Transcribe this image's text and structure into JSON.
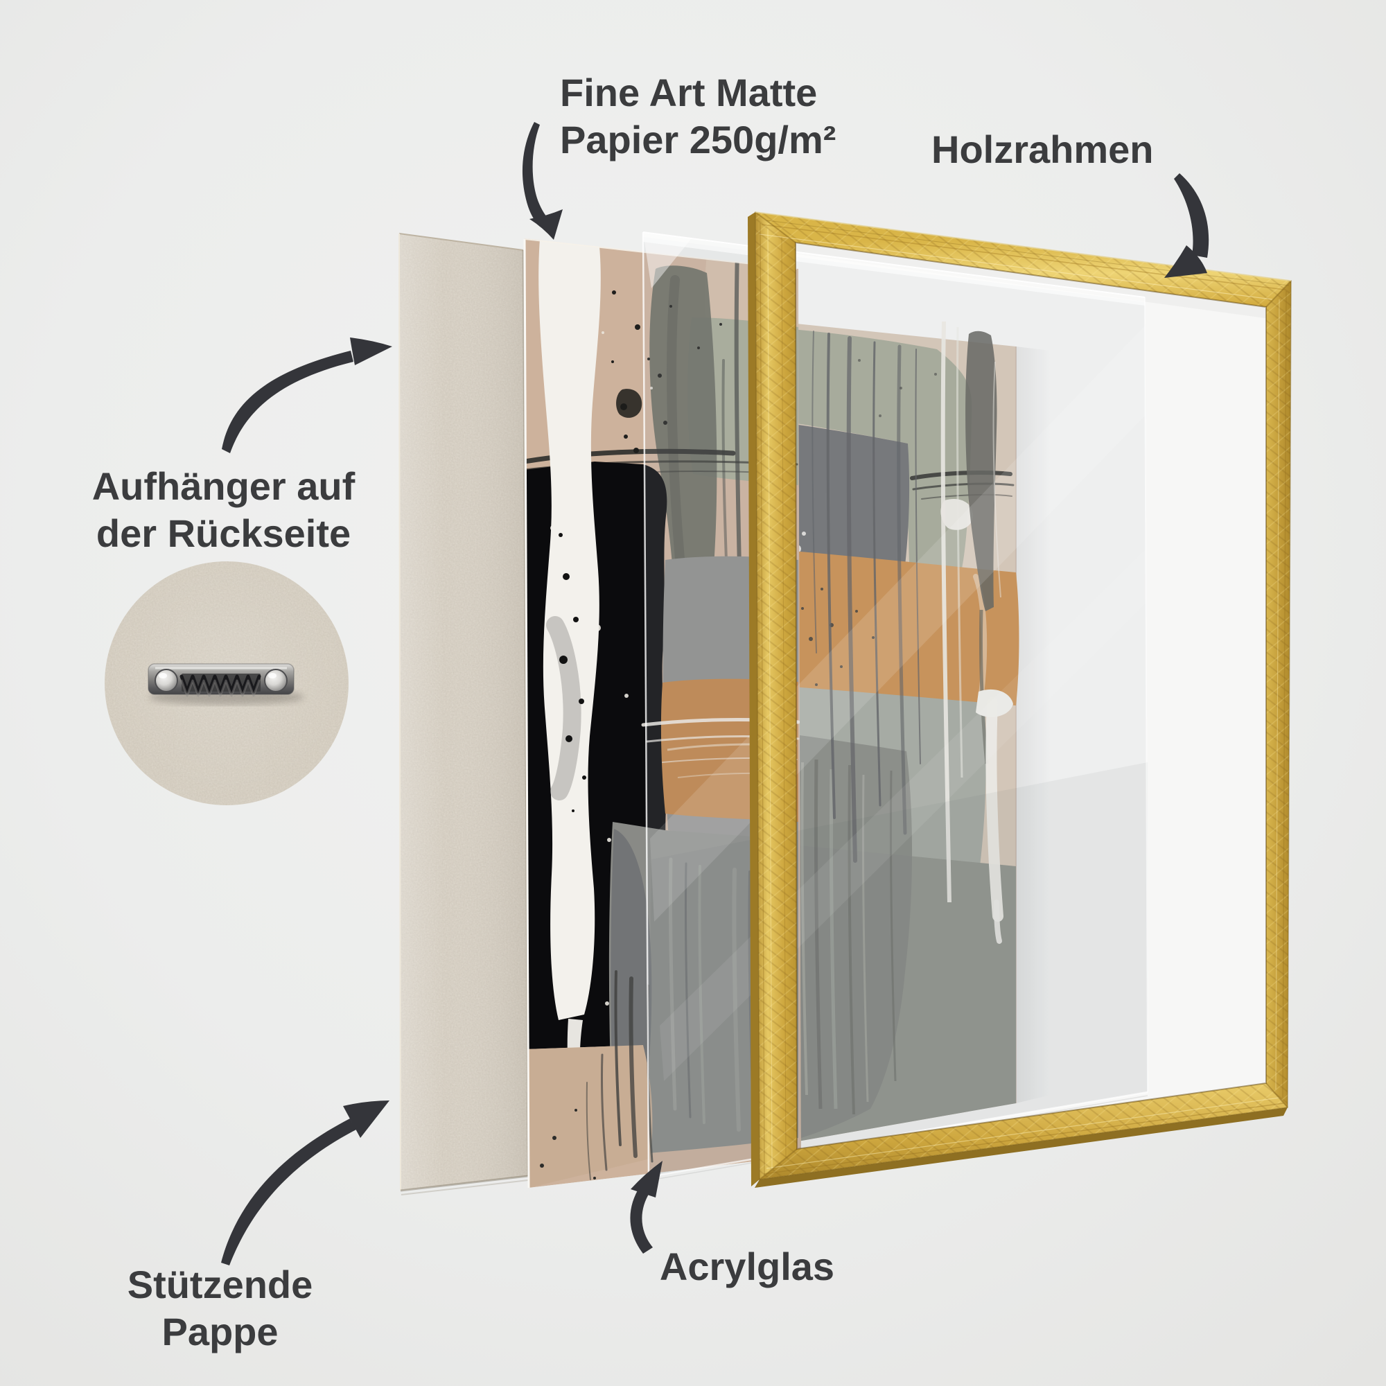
{
  "labels": {
    "paper_line1": "Fine Art Matte",
    "paper_line2": "Papier 250g/m²",
    "frame": "Holzrahmen",
    "hanger_line1": "Aufhänger auf",
    "hanger_line2": "der Rückseite",
    "support_line1": "Stützende",
    "support_line2": "Pappe",
    "glass": "Acrylglas"
  },
  "colors": {
    "background": "#ecedec",
    "label_text": "#3b3c3e",
    "arrow": "#34353a",
    "frame_gold_light": "#eed475",
    "frame_gold": "#d3ac40",
    "frame_gold_dark": "#a98428",
    "cardboard": "#d6cfc3",
    "print_tan": "#cdb29c",
    "print_black": "#0b0b0d",
    "print_sage": "#a7aa97",
    "print_orange": "#c98c4c",
    "print_gray": "#8d8d8b",
    "backing_white": "#f7f7f6"
  },
  "icons": {
    "hanger_hardware": "sawtooth-hanger-icon"
  }
}
